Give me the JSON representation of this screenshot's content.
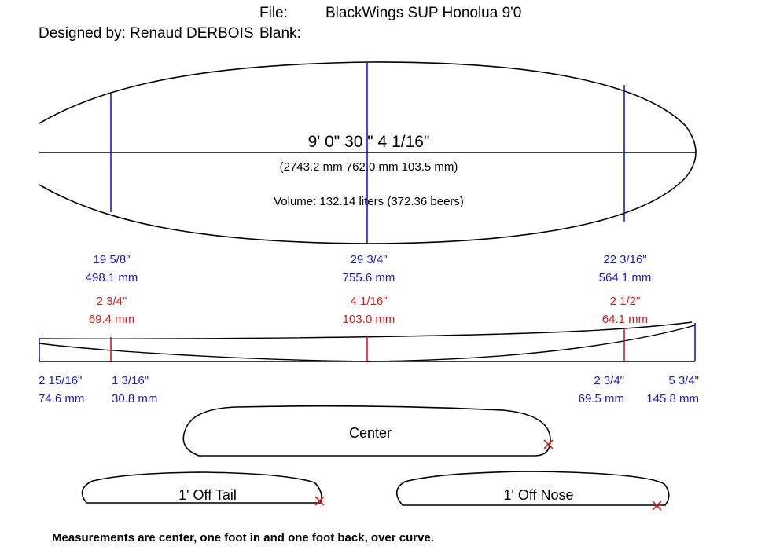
{
  "header": {
    "file_label": "File:",
    "file_value": "BlackWings SUP Honolua 9'0",
    "designer": "Designed by: Renaud DERBOIS",
    "blank_label": "Blank:"
  },
  "outline": {
    "dims_imperial": "9'  0\"   30 \"   4 1/16\"",
    "dims_metric": "(2743.2 mm   762.0 mm   103.5 mm)",
    "volume": "Volume: 132.14 liters (372.36 beers)"
  },
  "widths": [
    {
      "imperial": "19 5/8\"",
      "metric": "498.1 mm"
    },
    {
      "imperial": "29 3/4\"",
      "metric": "755.6 mm"
    },
    {
      "imperial": "22 3/16\"",
      "metric": "564.1 mm"
    }
  ],
  "thicknesses": [
    {
      "imperial": "2 3/4\"",
      "metric": "69.4 mm"
    },
    {
      "imperial": "4 1/16\"",
      "metric": "103.0 mm"
    },
    {
      "imperial": "2 1/2\"",
      "metric": "64.1 mm"
    }
  ],
  "rocker": {
    "tail": {
      "imperial": "2 15/16\"",
      "metric": "74.6 mm"
    },
    "tail_1ft": {
      "imperial": "1 3/16\"",
      "metric": "30.8 mm"
    },
    "nose_1ft": {
      "imperial": "2 3/4\"",
      "metric": "69.5 mm"
    },
    "nose": {
      "imperial": "5 3/4\"",
      "metric": "145.8 mm"
    }
  },
  "rails": {
    "center": "Center",
    "tail": "1' Off Tail",
    "nose": "1' Off Nose"
  },
  "footnote": "Measurements are center, one foot in and one foot back, over curve.",
  "colors": {
    "width_lines": "#1a1acc",
    "thickness_lines": "#e01818",
    "outline": "#000000"
  }
}
